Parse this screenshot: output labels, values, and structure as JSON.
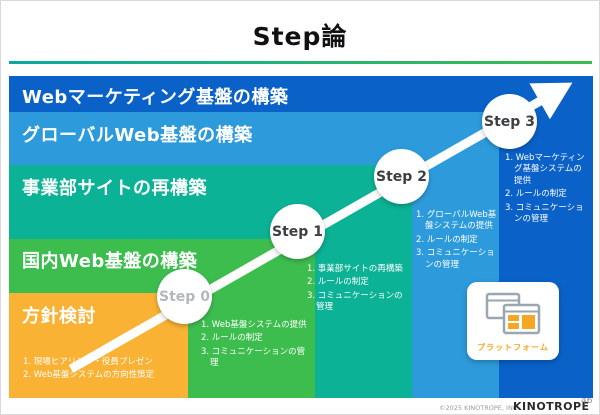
{
  "slide": {
    "title": "Step論",
    "page_number": "46",
    "copyright": "©2025 KINOTROPE, INC",
    "logo": "KINOTROPE"
  },
  "colors": {
    "band_web_marketing": "#0a62c9",
    "band_global": "#2d9bdb",
    "band_division": "#0cb295",
    "band_domestic": "#3ebd4f",
    "band_policy": "#f9b233",
    "accent_line_left": "#0aa9a0",
    "accent_line_right": "#3fbc4e",
    "arrow": "#ffffff",
    "platform_label": "#f5a623"
  },
  "bands": [
    {
      "label": "Webマーケティング基盤の構築"
    },
    {
      "label": "グローバルWeb基盤の構築"
    },
    {
      "label": "事業部サイトの再構築"
    },
    {
      "label": "国内Web基盤の構築"
    },
    {
      "label": "方針検討"
    }
  ],
  "policy_tasks": [
    "1. 現場ヒアリング・役員プレゼン",
    "2. Web基盤システムの方向性策定"
  ],
  "steps": [
    {
      "label": "Step 0",
      "tasks": [
        "1. Web基盤システムの提供",
        "2. ルールの制定",
        "3. コミュニケーションの管理"
      ]
    },
    {
      "label": "Step 1",
      "tasks": [
        "1. 事業部サイトの再構築",
        "2. ルールの制定",
        "3. コミュニケーションの管理"
      ]
    },
    {
      "label": "Step 2",
      "tasks": [
        "1. グローバルWeb基盤システムの提供",
        "2. ルールの制定",
        "3. コミュニケーションの管理"
      ]
    },
    {
      "label": "Step 3",
      "tasks": [
        "1. Webマーケティング基盤システムの提供",
        "2. ルールの制定",
        "3. コミュニケーションの管理"
      ]
    }
  ],
  "platform": {
    "label": "プラットフォーム"
  }
}
